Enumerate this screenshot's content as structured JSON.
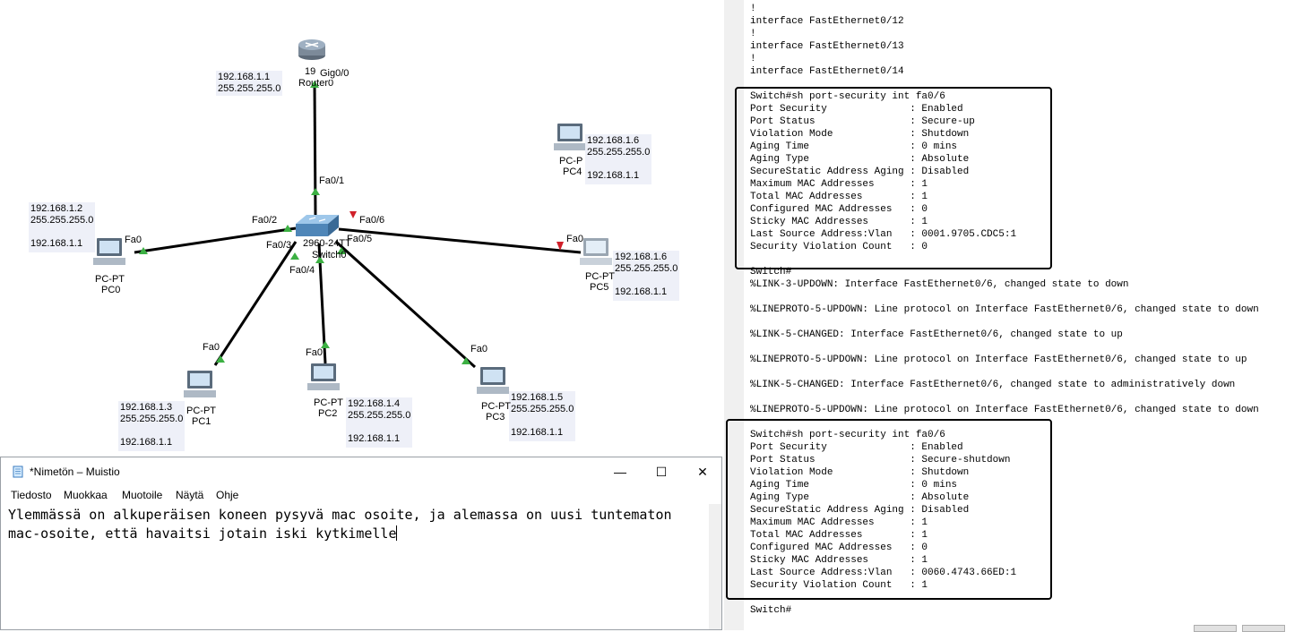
{
  "topology": {
    "router": {
      "name_partial": "19",
      "name": "Router0",
      "ip": "192.168.1.1",
      "mask": "255.255.255.0",
      "port": "Gig0/0"
    },
    "switch": {
      "model": "2960-24TT",
      "name": "Switch0"
    },
    "switch_ports": {
      "fa01": "Fa0/1",
      "fa02": "Fa0/2",
      "fa03": "Fa0/3",
      "fa04": "Fa0/4",
      "fa05": "Fa0/5",
      "fa06": "Fa0/6"
    },
    "pcs": [
      {
        "type": "PC-PT",
        "name": "PC0",
        "port": "Fa0",
        "ip": "192.168.1.2",
        "mask": "255.255.255.0",
        "gw": "192.168.1.1"
      },
      {
        "type": "PC-PT",
        "name": "PC1",
        "port": "Fa0",
        "ip": "192.168.1.3",
        "mask": "255.255.255.0",
        "gw": "192.168.1.1"
      },
      {
        "type": "PC-PT",
        "name": "PC2",
        "port": "Fa0",
        "ip": "192.168.1.4",
        "mask": "255.255.255.0",
        "gw": "192.168.1.1"
      },
      {
        "type": "PC-PT",
        "name": "PC3",
        "port": "Fa0",
        "ip": "192.168.1.5",
        "mask": "255.255.255.0",
        "gw": "192.168.1.1"
      },
      {
        "type": "PC-P",
        "name": "PC4",
        "port": "",
        "ip": "192.168.1.6",
        "mask": "255.255.255.0",
        "gw": "192.168.1.1"
      },
      {
        "type": "PC-PT",
        "name": "PC5",
        "port": "Fa0",
        "ip": "192.168.1.6",
        "mask": "255.255.255.0",
        "gw": "192.168.1.1"
      }
    ],
    "colors": {
      "link_up": "#3cb043",
      "link_down": "#d0202a",
      "cable": "#000000"
    }
  },
  "console": {
    "lines": [
      "!",
      "interface FastEthernet0/12",
      "!",
      "interface FastEthernet0/13",
      "!",
      "interface FastEthernet0/14",
      "",
      "Switch#sh port-security int fa0/6",
      "Port Security              : Enabled",
      "Port Status                : Secure-up",
      "Violation Mode             : Shutdown",
      "Aging Time                 : 0 mins",
      "Aging Type                 : Absolute",
      "SecureStatic Address Aging : Disabled",
      "Maximum MAC Addresses      : 1",
      "Total MAC Addresses        : 1",
      "Configured MAC Addresses   : 0",
      "Sticky MAC Addresses       : 1",
      "Last Source Address:Vlan   : 0001.9705.CDC5:1",
      "Security Violation Count   : 0",
      "",
      "Switch#",
      "%LINK-3-UPDOWN: Interface FastEthernet0/6, changed state to down",
      "",
      "%LINEPROTO-5-UPDOWN: Line protocol on Interface FastEthernet0/6, changed state to down",
      "",
      "%LINK-5-CHANGED: Interface FastEthernet0/6, changed state to up",
      "",
      "%LINEPROTO-5-UPDOWN: Line protocol on Interface FastEthernet0/6, changed state to up",
      "",
      "%LINK-5-CHANGED: Interface FastEthernet0/6, changed state to administratively down",
      "",
      "%LINEPROTO-5-UPDOWN: Line protocol on Interface FastEthernet0/6, changed state to down",
      "",
      "Switch#sh port-security int fa0/6",
      "Port Security              : Enabled",
      "Port Status                : Secure-shutdown",
      "Violation Mode             : Shutdown",
      "Aging Time                 : 0 mins",
      "Aging Type                 : Absolute",
      "SecureStatic Address Aging : Disabled",
      "Maximum MAC Addresses      : 1",
      "Total MAC Addresses        : 1",
      "Configured MAC Addresses   : 0",
      "Sticky MAC Addresses       : 1",
      "Last Source Address:Vlan   : 0060.4743.66ED:1",
      "Security Violation Count   : 1",
      "",
      "Switch#"
    ]
  },
  "notepad": {
    "title": "*Nimetön – Muistio",
    "menu": [
      "Tiedosto",
      "Muokkaa",
      "Muotoile",
      "Näytä",
      "Ohje"
    ],
    "text": "Ylemmässä on alkuperäisen koneen pysyvä mac osoite, ja alemassa on uusi tuntematon mac-osoite, että havaitsi jotain iski kytkimelle",
    "minimize": "—",
    "maximize": "☐",
    "close": "✕"
  }
}
